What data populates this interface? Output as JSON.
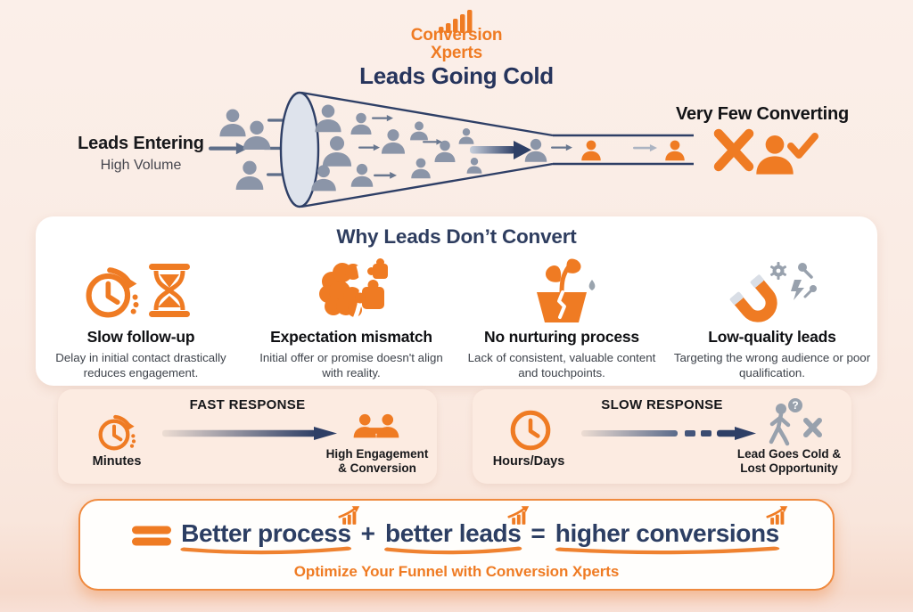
{
  "brand": {
    "line1": "Conversion",
    "line2": "Xperts",
    "logo_icon": "bar-chart-logo-icon"
  },
  "title": "Leads Going Cold",
  "funnel": {
    "entering_heading": "Leads Entering",
    "entering_sub": "High Volume",
    "converting_heading": "Very Few Converting",
    "lost_icon": "x-mark-icon",
    "converted_icon": "person-check-icon"
  },
  "why_box": {
    "title": "Why Leads Don’t Convert",
    "items": [
      {
        "icon": "clock-hourglass-icon",
        "heading": "Slow follow-up",
        "description": "Delay in initial contact drastically reduces engagement."
      },
      {
        "icon": "brain-puzzle-icon",
        "heading": "Expectation mismatch",
        "description": "Initial offer or promise doesn't align with reality."
      },
      {
        "icon": "cracked-plant-pot-icon",
        "heading": "No nurturing process",
        "description": "Lack of consistent, valuable content and touchpoints."
      },
      {
        "icon": "magnet-debris-icon",
        "heading": "Low-quality leads",
        "description": "Targeting the wrong audience or poor qualification."
      }
    ]
  },
  "response_boxes": [
    {
      "title": "FAST RESPONSE",
      "time_icon": "clock-arrow-icon",
      "time_label": "Minutes",
      "outcome_icon": "handshake-icon",
      "outcome_label": "High Engagement\n& Conversion"
    },
    {
      "title": "SLOW RESPONSE",
      "time_icon": "clock-icon",
      "time_label": "Hours/Days",
      "outcome_icon": "lead-walking-away-icon",
      "outcome_label": "Lead Goes Cold &\nLost Opportunity",
      "question_mark": "?"
    }
  ],
  "summary": {
    "equals_icon": "equals-sign-icon",
    "term1": "Better process",
    "op1": "+",
    "term2": "better leads",
    "op2": "=",
    "term3": "higher conversions",
    "growth_icon": "growth-chart-icon",
    "tagline": "Optimize Your Funnel with Conversion Xperts"
  },
  "colors": {
    "accent_orange": "#EF7B23",
    "navy": "#2B3A64",
    "people_gray": "#8B95A8",
    "debris_gray": "#98A1AD",
    "page_background": "#FAEBE3",
    "card_white": "#FFFFFF",
    "card_pink": "#FCEBE1"
  }
}
